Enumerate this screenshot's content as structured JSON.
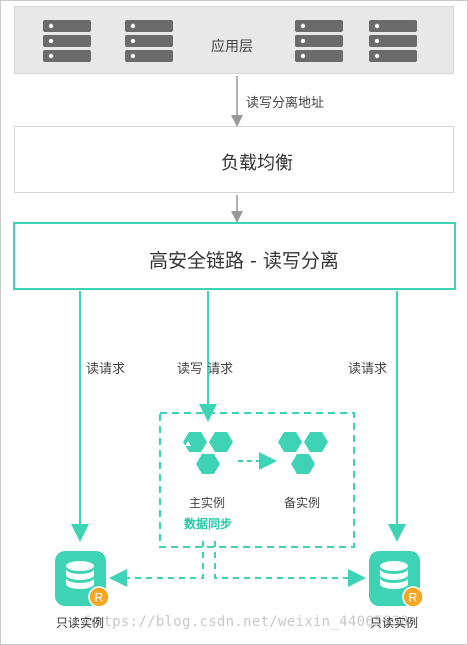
{
  "app_layer": {
    "label": "应用层"
  },
  "arrow_top_label": "读写分离地址",
  "load_balancer": {
    "label": "负载均衡"
  },
  "secure_link": {
    "label": "高安全链路 - 读写分离"
  },
  "request_labels": {
    "left": "读请求",
    "center": "读写 请求",
    "right": "读请求"
  },
  "cluster": {
    "primary_label": "主实例",
    "standby_label": "备实例",
    "sync_label": "数据同步"
  },
  "readonly": {
    "left_label": "只读实例",
    "right_label": "只读实例",
    "badge": "R"
  },
  "watermark": "https://blog.csdn.net/weixin_44065838",
  "colors": {
    "accent": "#3fd3b6",
    "accent_dark": "#29c8a8",
    "badge": "#f5a623",
    "server_gray": "#6b6b6b",
    "arrow_gray": "#999999"
  }
}
